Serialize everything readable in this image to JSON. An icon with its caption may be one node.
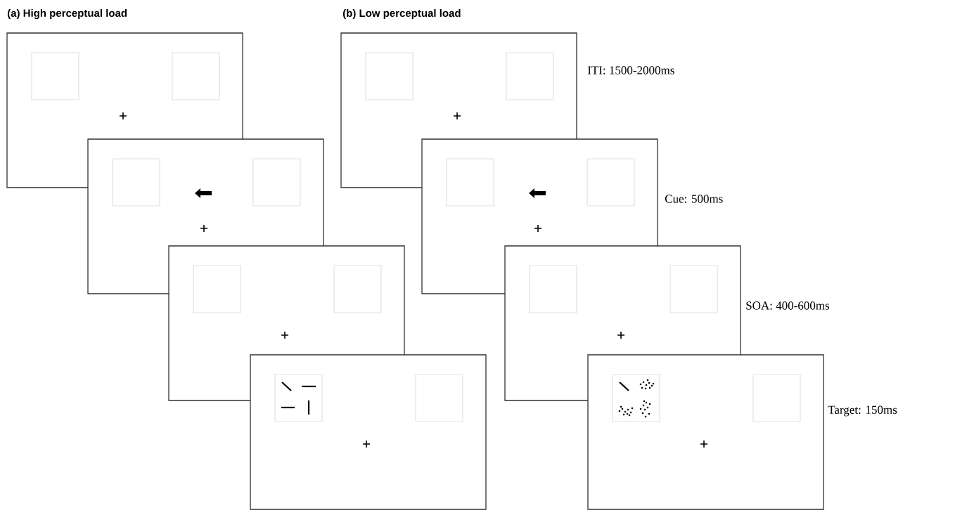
{
  "diagram": {
    "labels": [
      "(a) High perceptual load",
      "(b) Low perceptual load",
      "ITI: 1500-2000ms",
      "Cue: 500ms",
      "SOA: 400-600ms",
      "Target: 150ms"
    ]
  }
}
